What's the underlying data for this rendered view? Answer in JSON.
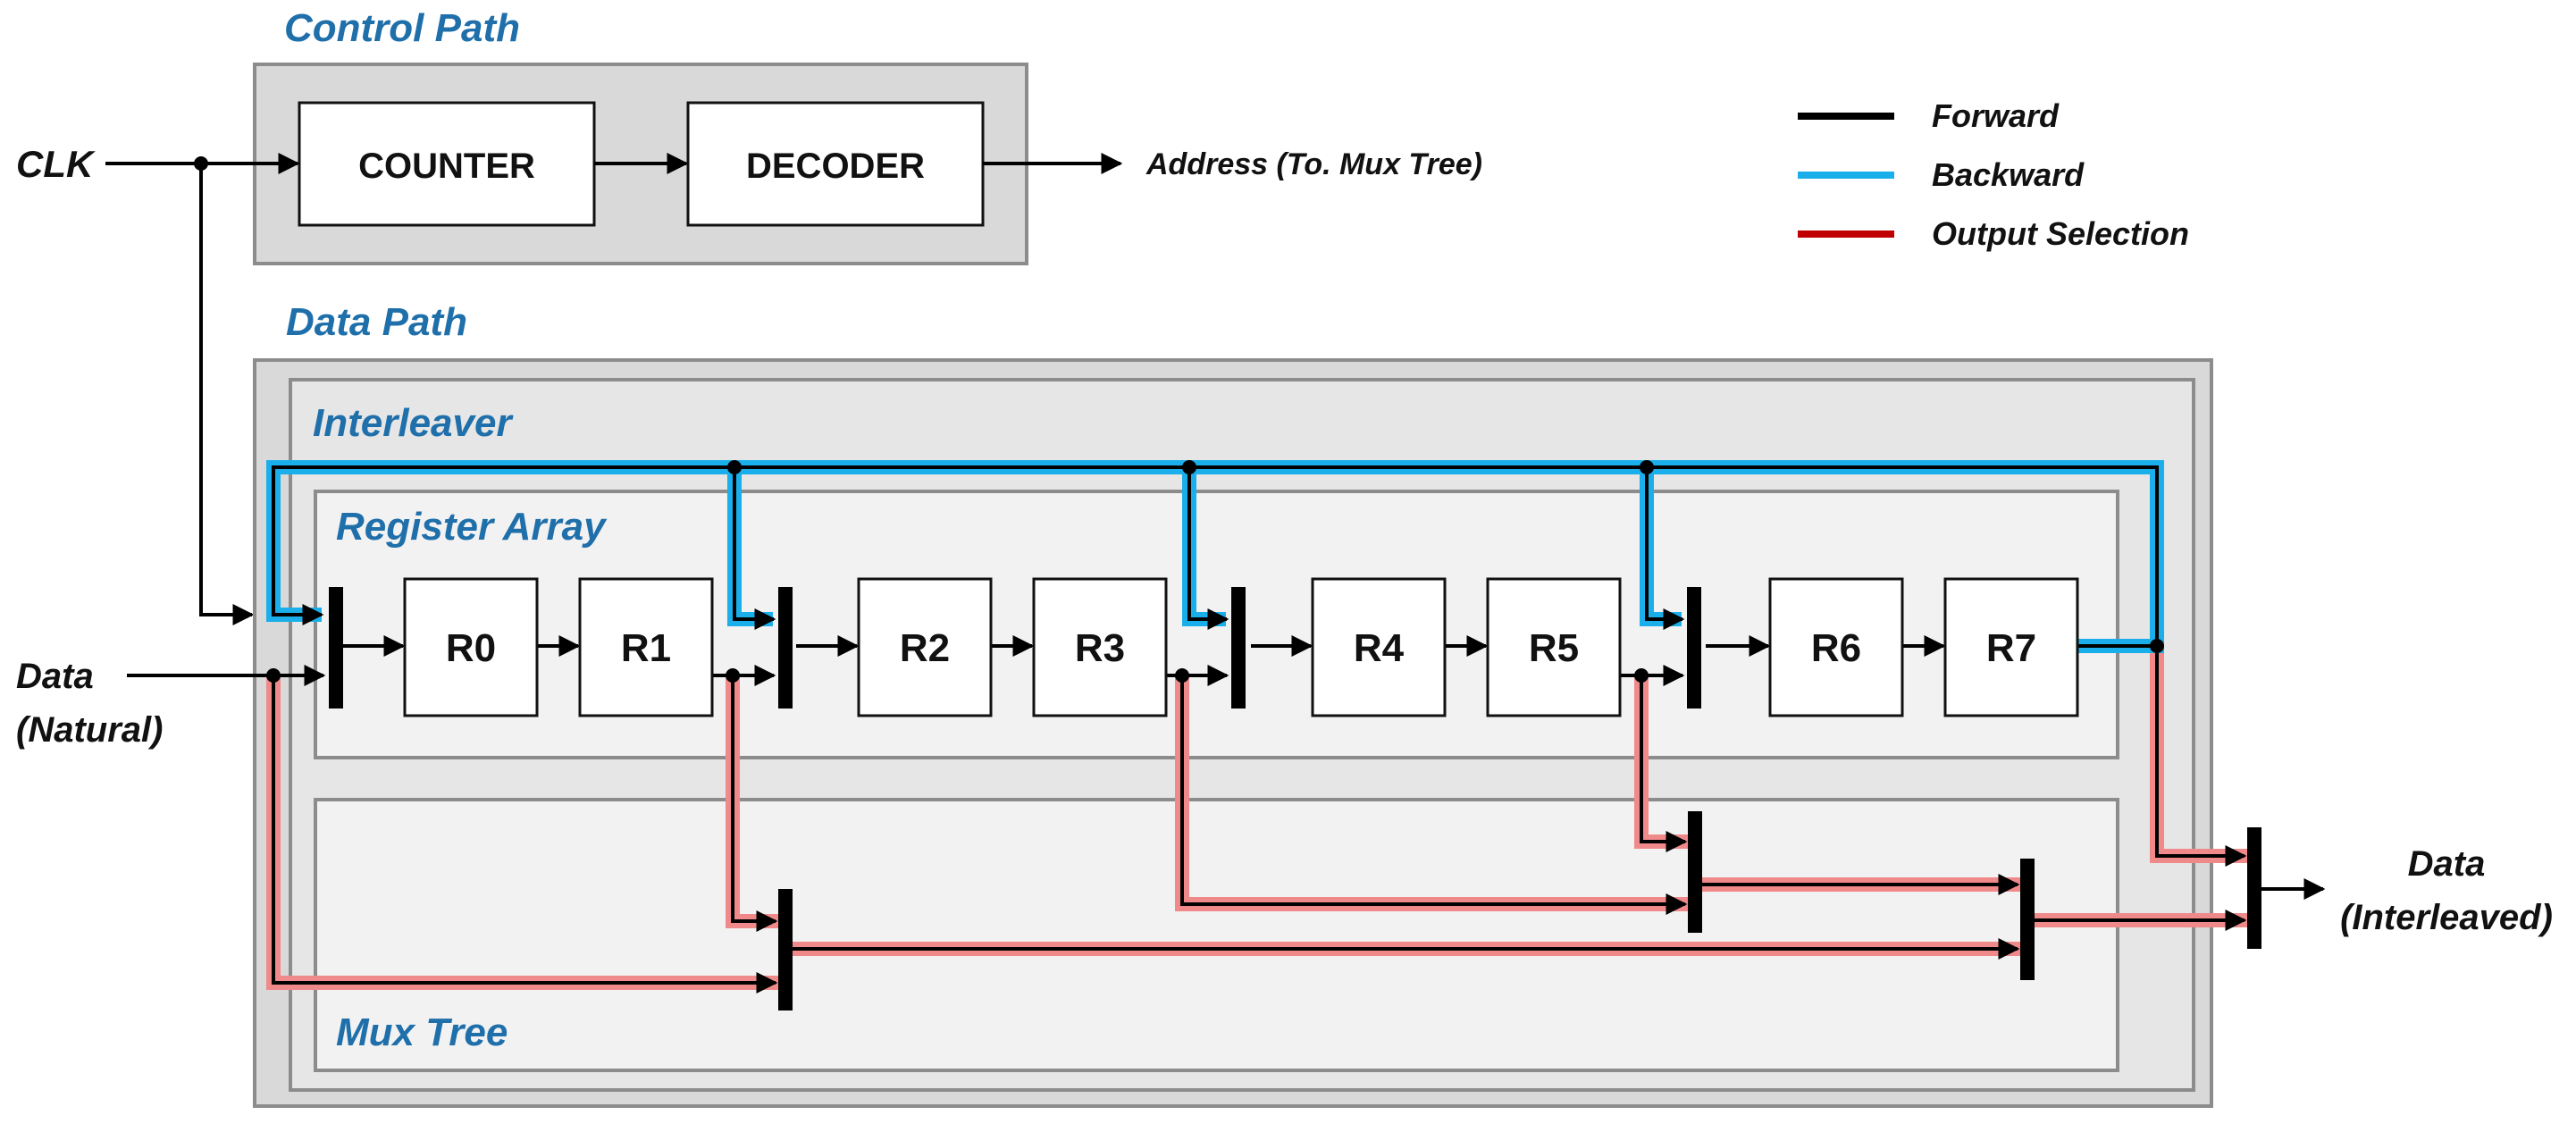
{
  "sections": {
    "control_path": "Control Path",
    "data_path": "Data Path",
    "interleaver": "Interleaver",
    "register_array": "Register Array",
    "mux_tree": "Mux Tree"
  },
  "blocks": {
    "counter": "COUNTER",
    "decoder": "DECODER",
    "registers": [
      "R0",
      "R1",
      "R2",
      "R3",
      "R4",
      "R5",
      "R6",
      "R7"
    ]
  },
  "signals": {
    "clk": "CLK",
    "address": "Address (To. Mux Tree)",
    "data_in_line1": "Data",
    "data_in_line2": "(Natural)",
    "data_out_line1": "Data",
    "data_out_line2": "(Interleaved)"
  },
  "legend": [
    {
      "label": "Forward",
      "color": "#000000"
    },
    {
      "label": "Backward",
      "color": "#1aaeea"
    },
    {
      "label": "Output Selection",
      "color": "#c00000"
    }
  ],
  "colors": {
    "forward": "#000000",
    "backward": "#1aaeea",
    "output_selection_glow": "#f08a8a",
    "section_title": "#1f6faa"
  }
}
